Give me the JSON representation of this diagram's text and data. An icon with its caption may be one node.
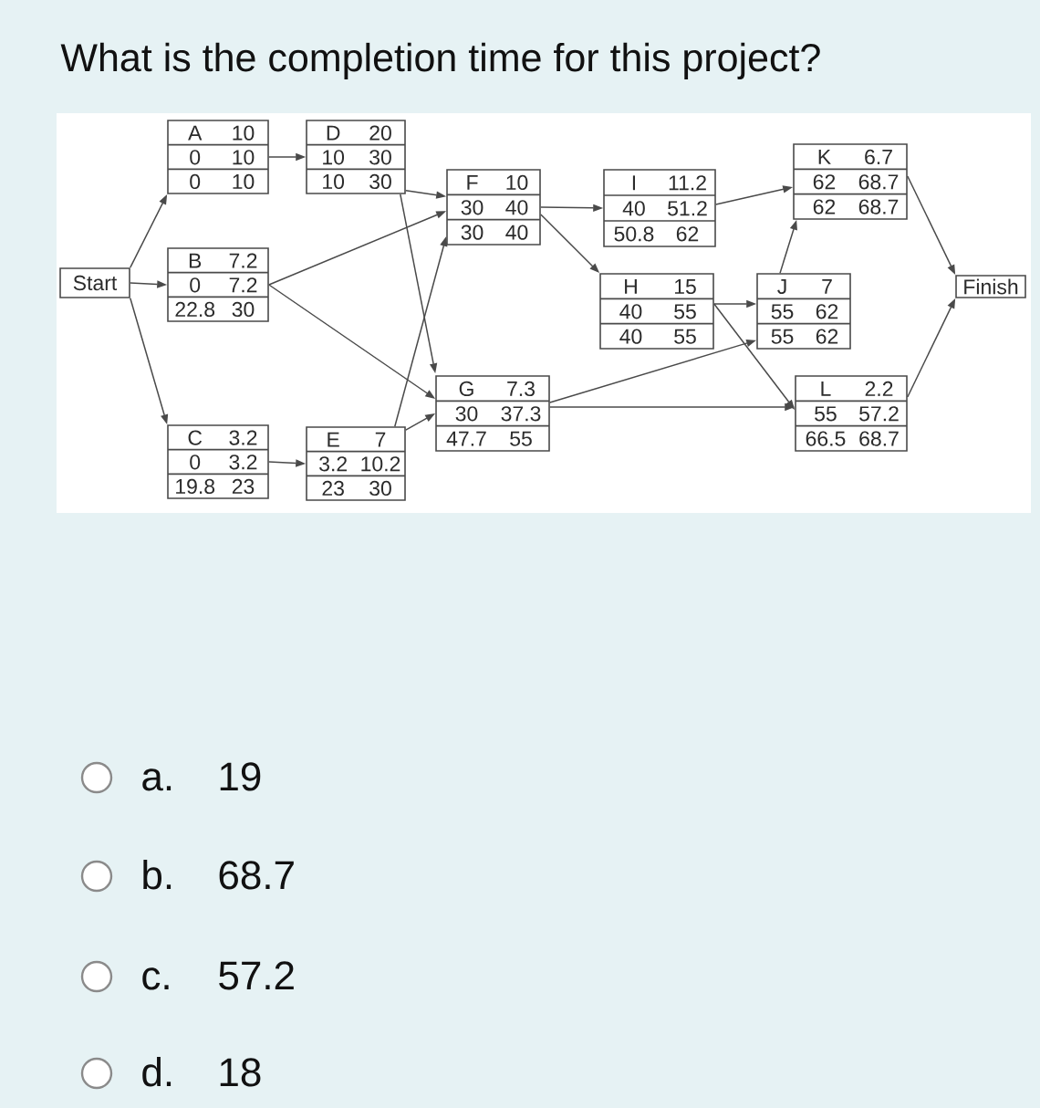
{
  "diagram": {
    "title": "What is the completion time for this project?",
    "nodes": [
      {
        "text": [
          "Start"
        ]
      },
      {
        "text": [
          "A",
          "10",
          "0",
          "10",
          "0",
          "10"
        ]
      },
      {
        "text": [
          "B",
          "7.2",
          "0",
          "7.2",
          "22.8",
          "30"
        ]
      },
      {
        "text": [
          "C",
          "3.2",
          "0",
          "3.2",
          "19.8",
          "23"
        ]
      },
      {
        "text": [
          "D",
          "20",
          "10",
          "30",
          "10",
          "30"
        ]
      },
      {
        "text": [
          "E",
          "7",
          "3.2",
          "10.2",
          "23",
          "30"
        ]
      },
      {
        "text": [
          "F",
          "10",
          "30",
          "40",
          "30",
          "40"
        ]
      },
      {
        "text": [
          "G",
          "7.3",
          "30",
          "37.3",
          "47.7",
          "55"
        ]
      },
      {
        "text": [
          "H",
          "15",
          "40",
          "55",
          "40",
          "55"
        ]
      },
      {
        "text": [
          "I",
          "11.2",
          "40",
          "51.2",
          "50.8",
          "62"
        ]
      },
      {
        "text": [
          "J",
          "7",
          "55",
          "62",
          "55",
          "62"
        ]
      },
      {
        "text": [
          "K",
          "6.7",
          "62",
          "68.7",
          "62",
          "68.7"
        ]
      },
      {
        "text": [
          "L",
          "2.2",
          "55",
          "57.2",
          "66.5",
          "68.7"
        ]
      },
      {
        "text": [
          "Finish"
        ]
      }
    ],
    "edges": [
      {
        "from": 0,
        "to": 1,
        "arrow": "to"
      },
      {
        "from": 0,
        "to": 2,
        "arrow": "to"
      },
      {
        "from": 0,
        "to": 3,
        "arrow": "to"
      },
      {
        "from": 1,
        "to": 4,
        "arrow": "to"
      },
      {
        "from": 2,
        "to": 6,
        "arrow": "to"
      },
      {
        "from": 2,
        "to": 7,
        "arrow": "to"
      },
      {
        "from": 3,
        "to": 5,
        "arrow": "to"
      },
      {
        "from": 4,
        "to": 6,
        "arrow": "to"
      },
      {
        "from": 4,
        "to": 7,
        "arrow": "to"
      },
      {
        "from": 5,
        "to": 6,
        "arrow": "to"
      },
      {
        "from": 5,
        "to": 7,
        "arrow": "to"
      },
      {
        "from": 6,
        "to": 9,
        "arrow": "to"
      },
      {
        "from": 6,
        "to": 8,
        "arrow": "to"
      },
      {
        "from": 8,
        "to": 10,
        "arrow": "to"
      },
      {
        "from": 8,
        "to": 12,
        "arrow": "to"
      },
      {
        "from": 7,
        "to": 10,
        "arrow": "to"
      },
      {
        "from": 7,
        "to": 12,
        "arrow": "to"
      },
      {
        "from": 9,
        "to": 11,
        "arrow": "to"
      },
      {
        "from": 10,
        "to": 11,
        "arrow": "to"
      },
      {
        "from": 11,
        "to": 13,
        "arrow": "to"
      },
      {
        "from": 12,
        "to": 13,
        "arrow": "to"
      }
    ],
    "labels": [
      "a.",
      "19",
      "b.",
      "68.7",
      "c.",
      "57.2",
      "d.",
      "18"
    ]
  }
}
